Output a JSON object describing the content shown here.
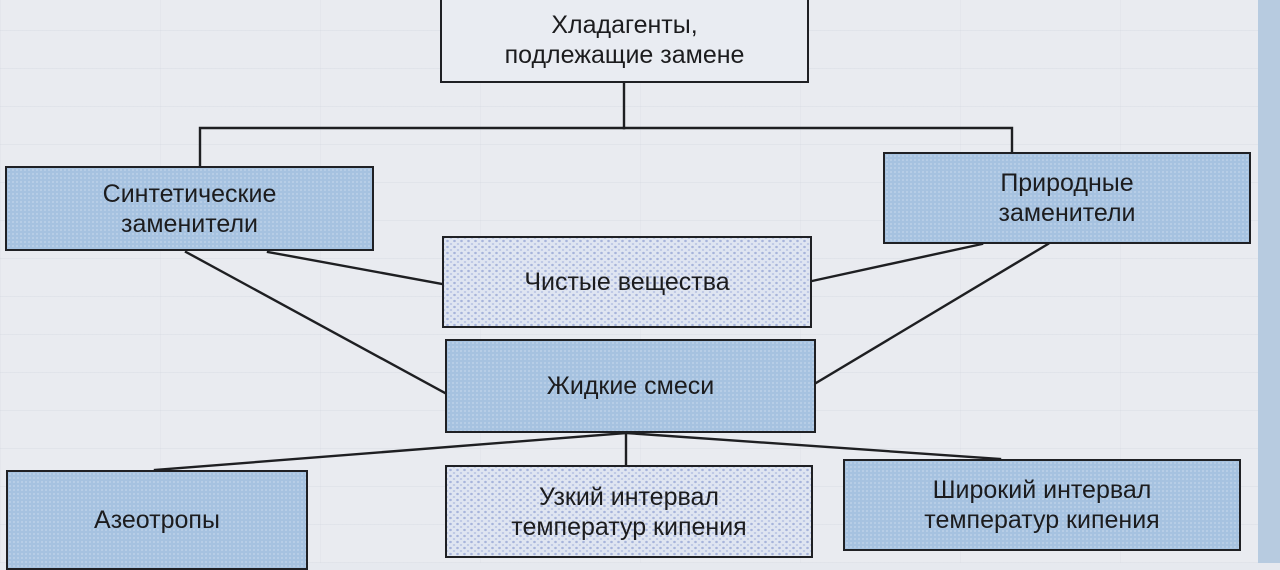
{
  "diagram": {
    "title": "Хладагенты, подлежащие замене",
    "nodes": {
      "root": {
        "label": "Хладагенты,\nподлежащие замене",
        "style": "plain"
      },
      "synthetic": {
        "label": "Синтетические\nзаменители",
        "style": "blue"
      },
      "natural": {
        "label": "Природные\nзаменители",
        "style": "blue"
      },
      "pure": {
        "label": "Чистые вещества",
        "style": "dotted"
      },
      "liquid": {
        "label": "Жидкие смеси",
        "style": "blue"
      },
      "azeotropes": {
        "label": "Азеотропы",
        "style": "blue"
      },
      "narrow": {
        "label": "Узкий интервал\nтемператур кипения",
        "style": "dotted"
      },
      "wide": {
        "label": "Широкий интервал\nтемператур кипения",
        "style": "blue"
      }
    },
    "edges": [
      {
        "from": "root",
        "to": "synthetic"
      },
      {
        "from": "root",
        "to": "natural"
      },
      {
        "from": "synthetic",
        "to": "pure"
      },
      {
        "from": "synthetic",
        "to": "liquid"
      },
      {
        "from": "natural",
        "to": "pure"
      },
      {
        "from": "natural",
        "to": "liquid"
      },
      {
        "from": "liquid",
        "to": "azeotropes"
      },
      {
        "from": "liquid",
        "to": "narrow"
      },
      {
        "from": "liquid",
        "to": "wide"
      }
    ],
    "colors": {
      "blue_fill": "#a6c2e0",
      "dotted_fill": "#dfe5f1",
      "plain_fill": "#e9ecf2",
      "line": "#1e1f22",
      "background": "#e9ebf0",
      "edge_strip": "#b7cbe0"
    }
  }
}
